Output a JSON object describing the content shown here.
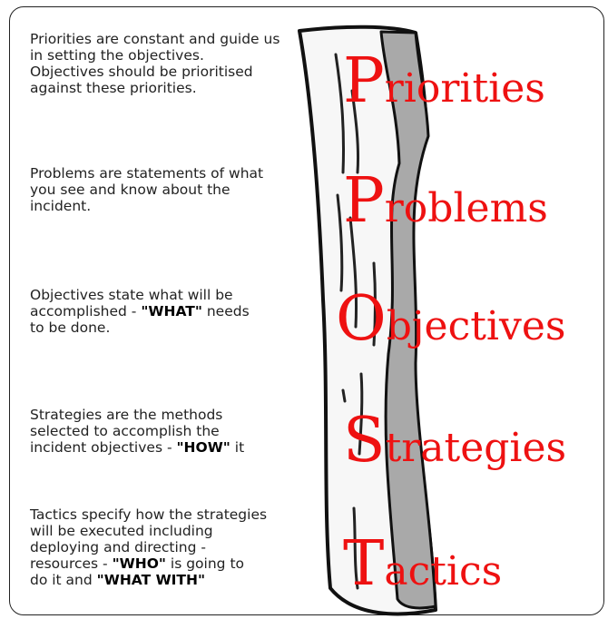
{
  "items": [
    {
      "title_initial": "P",
      "title_rest": "riorities",
      "desc_parts": [
        "Priorities are constant and guide us\nin setting the objectives.\nObjectives should be prioritised\nagainst these priorities."
      ]
    },
    {
      "title_initial": "P",
      "title_rest": "roblems",
      "desc_parts": [
        "Problems are statements of what\nyou see and know about the\nincident."
      ]
    },
    {
      "title_initial": "O",
      "title_rest": "bjectives",
      "desc_parts": [
        "Objectives state what will be\naccomplished -  ",
        "\"WHAT\"",
        " needs\nto be done."
      ]
    },
    {
      "title_initial": "S",
      "title_rest": "trategies",
      "desc_parts": [
        "Strategies are the methods\nselected to accomplish the\nincident objectives - ",
        "\"HOW\"",
        " it"
      ]
    },
    {
      "title_initial": "T",
      "title_rest": "actics",
      "desc_parts": [
        "Tactics specify how the strategies\nwill be executed including\ndeploying and directing -\nresources - ",
        "\"WHO\"",
        " is going to\ndo it and ",
        "\"WHAT WITH\""
      ]
    }
  ],
  "colors": {
    "title": "#ee1111",
    "bandage_fill": "#f7f7f7",
    "bandage_side": "#a9a9a9",
    "outline": "#111111"
  }
}
